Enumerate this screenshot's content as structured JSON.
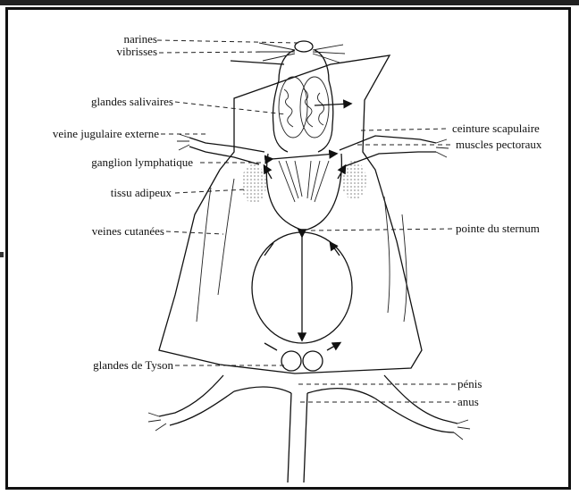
{
  "labels": {
    "narines": "narines",
    "vibrisses": "vibrisses",
    "glandes_salivaires": "glandes salivaires",
    "veine_jugulaire": "veine jugulaire externe",
    "ganglion": "ganglion lymphatique",
    "tissu_adipeux": "tissu adipeux",
    "veines_cutanees": "veines cutanées",
    "glandes_tyson": "glandes de Tyson",
    "ceinture": "ceinture scapulaire",
    "muscles": "muscles pectoraux",
    "pointe_sternum": "pointe du sternum",
    "penis": "pénis",
    "anus": "anus"
  }
}
